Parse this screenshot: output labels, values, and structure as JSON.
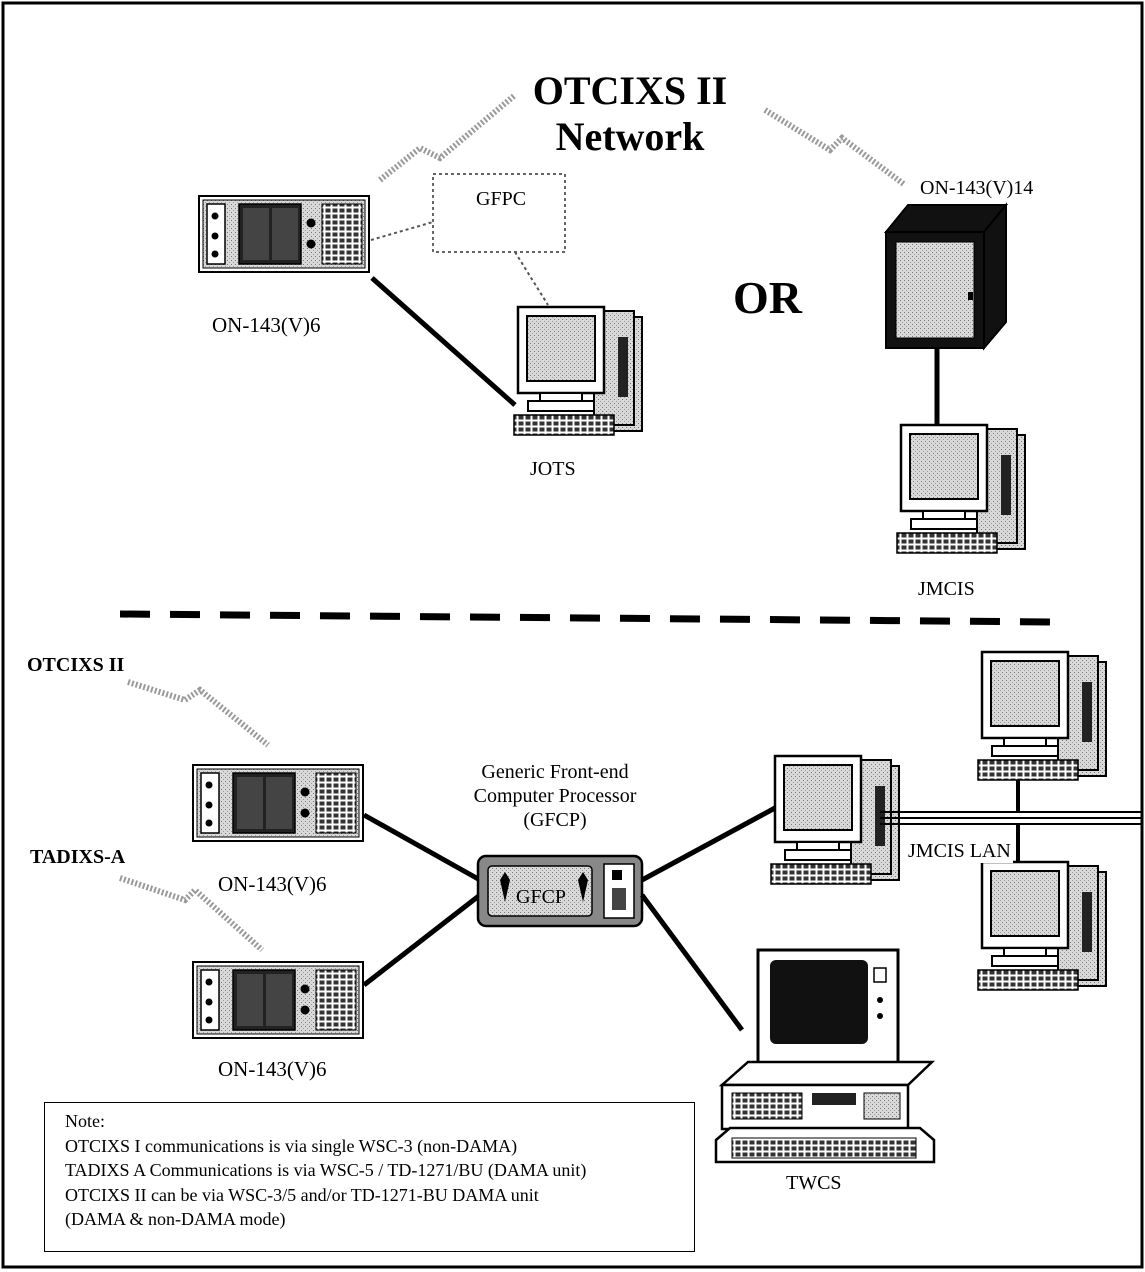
{
  "title": {
    "line1": "OTCIXS II",
    "line2": "Network"
  },
  "or_label": "OR",
  "labels": {
    "gfpc": "GFPC",
    "on143_v6_top": "ON-143(V)6",
    "jots": "JOTS",
    "on143_v14": "ON-143(V)14",
    "jmcis": "JMCIS",
    "otcixs_ii": "OTCIXS II",
    "tadixs_a": "TADIXS-A",
    "on143_v6_mid": "ON-143(V)6",
    "on143_v6_bottom": "ON-143(V)6",
    "gfcp_line1": "Generic Front-end",
    "gfcp_line2": "Computer Processor",
    "gfcp_line3": "(GFCP)",
    "gfcp_box": "GFCP",
    "jmcis_lan": "JMCIS LAN",
    "twcs": "TWCS"
  },
  "note": {
    "heading": "Note:",
    "lines": [
      "OTCIXS I communications is via  single WSC-3 (non-DAMA)",
      "TADIXS A Communications is via WSC-5 / TD-1271/BU (DAMA unit)",
      "OTCIXS II can be via WSC-3/5 and/or TD-1271-BU DAMA unit",
      "(DAMA & non-DAMA mode)"
    ]
  }
}
